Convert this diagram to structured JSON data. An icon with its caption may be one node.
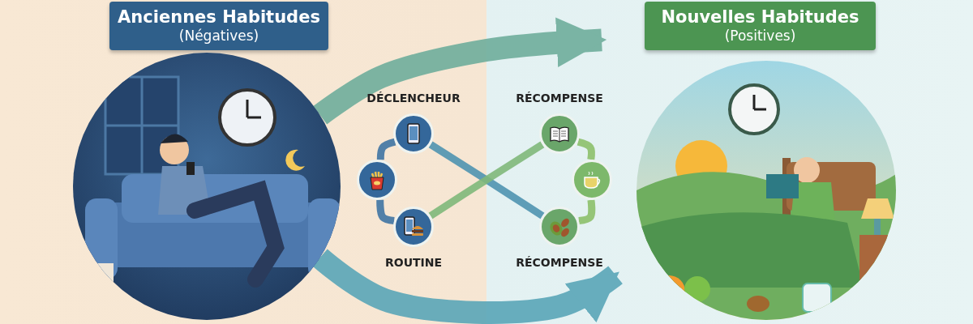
{
  "diagram": {
    "nodes": [
      {
        "text": [
          "Anciennes Habitudes",
          "(Négatives)"
        ]
      },
      {
        "text": [
          "Nouvelles Habitudes",
          "(Positives)"
        ]
      },
      {
        "text": [],
        "shape": "picture"
      },
      {
        "text": [],
        "shape": "picture"
      },
      {
        "text": [],
        "shape": "circle",
        "beside": [
          "DÉCLENCHEUR"
        ]
      },
      {
        "text": [],
        "shape": "circle"
      },
      {
        "text": [],
        "shape": "circle",
        "beside": [
          "ROUTINE"
        ]
      },
      {
        "text": [],
        "shape": "circle",
        "beside": [
          "RÉCOMPENSE"
        ]
      },
      {
        "text": [],
        "shape": "circle"
      },
      {
        "text": [],
        "shape": "circle",
        "beside": [
          "RÉCOMPENSE"
        ]
      }
    ],
    "edges": [
      {
        "from": 4,
        "to": 5,
        "arrow": "none",
        "color": "#3f74a3"
      },
      {
        "from": 5,
        "to": 6,
        "arrow": "none",
        "color": "#3f74a3"
      },
      {
        "from": 4,
        "to": 9,
        "arrow": "none",
        "color": "#4f93b0"
      },
      {
        "from": 6,
        "to": 7,
        "arrow": "none",
        "color": "#7fb87a"
      },
      {
        "from": 7,
        "to": 8,
        "arrow": "none",
        "color": "#8cc06a"
      },
      {
        "from": 8,
        "to": 9,
        "arrow": "none",
        "color": "#8cc06a"
      },
      {
        "from": 2,
        "to": 1,
        "arrow": "to",
        "style": "thick",
        "color": "#6fae9c"
      },
      {
        "from": 2,
        "to": 3,
        "arrow": "to",
        "style": "thick",
        "color": "#5aa6b8"
      }
    ]
  }
}
